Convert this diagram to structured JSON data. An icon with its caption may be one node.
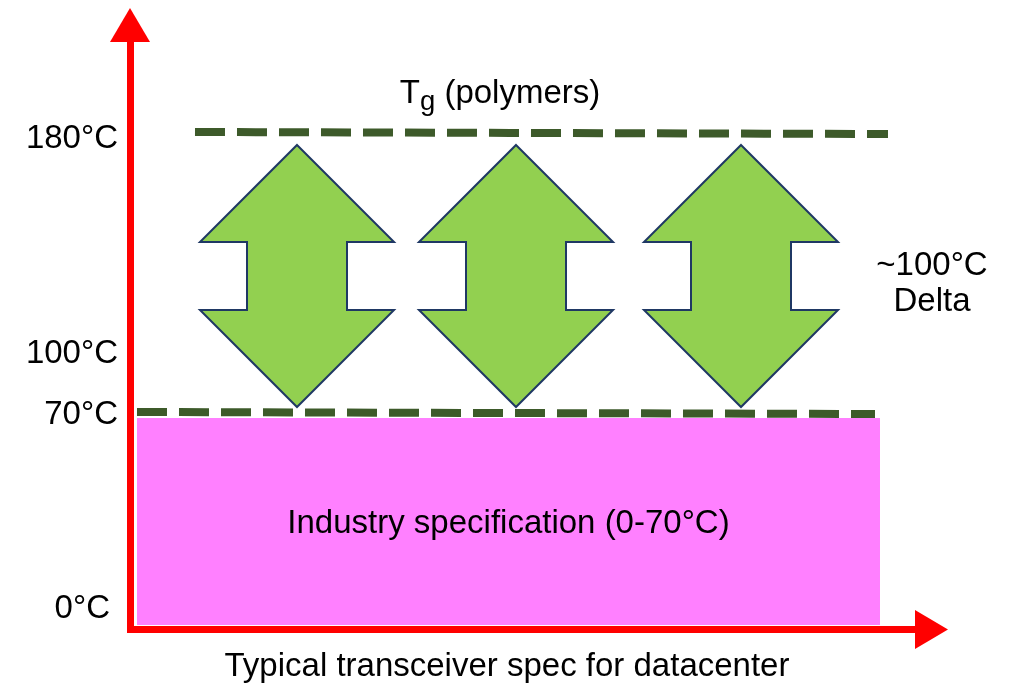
{
  "diagram": {
    "nodes": [
      {
        "text": [
          "Industry specification (0-70°C)"
        ]
      }
    ],
    "labels": [
      "T$_{g}$ (polymers)",
      "180°C",
      "100°C",
      "70°C",
      "0°C",
      "~100°C Delta",
      "Typical transceiver spec for datacenter"
    ]
  }
}
